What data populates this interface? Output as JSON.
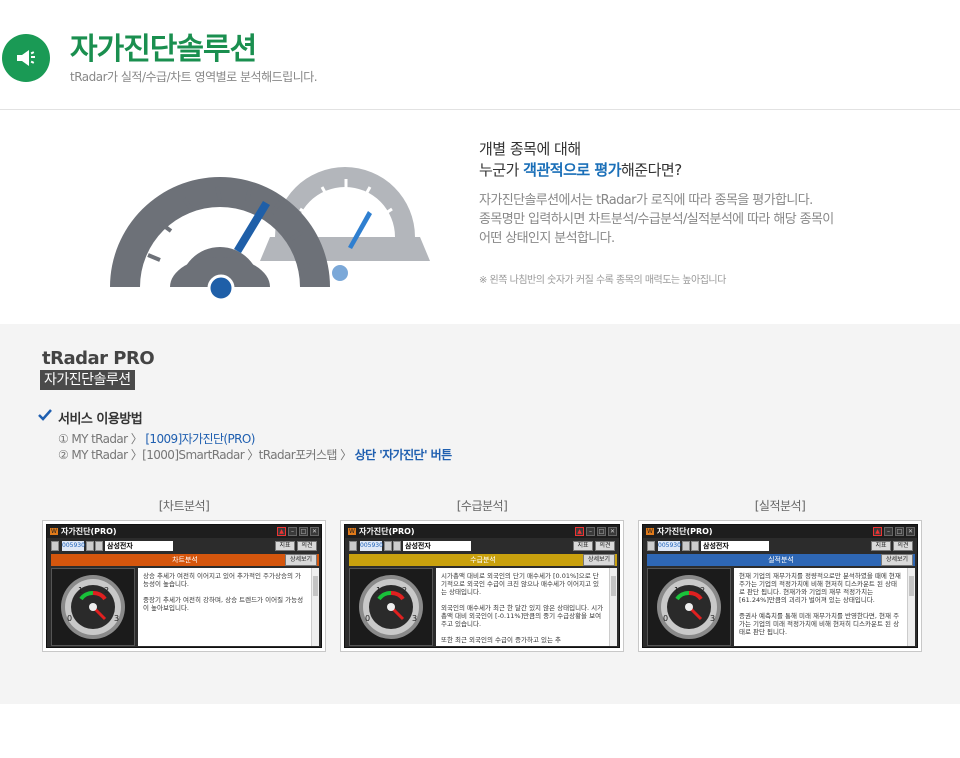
{
  "header": {
    "title": "자가진단솔루션",
    "subtitle": "tRadar가 실적/수급/차트 영역별로 분석해드립니다."
  },
  "hero": {
    "heading_line1": "개별 종목에 대해",
    "heading_line2_pre": "누군가 ",
    "heading_line2_em": "객관적으로 평가",
    "heading_line2_post": "해준다면?",
    "desc_line1": "자가진단솔루션에서는 tRadar가 로직에 따라 종목을 평가합니다.",
    "desc_line2": "종목명만 입력하시면 차트분석/수급분석/실적분석에 따라 해당 종목이",
    "desc_line3": "어떤 상태인지 분석합니다.",
    "note": "※ 왼쪽 나침반의 숫자가 커질 수록 종목의 매력도는 높아집니다"
  },
  "product": {
    "name": "tRadar PRO",
    "tag": "자가진단솔루션",
    "usage_title": "서비스 이용방법",
    "step1_pre": "① MY tRadar 〉",
    "step1_hl": "[1009]자가진단(PRO)",
    "step2_pre": "② MY tRadar 〉[1000]SmartRadar 〉tRadar포커스탭 〉",
    "step2_hl": "상단 '자가진단' 버튼"
  },
  "screens": [
    {
      "label": "[차트분석]",
      "window_title": "자가진단(PRO)",
      "code": "005930",
      "stock_name": "삼성전자",
      "btn1": "지표",
      "btn2": "의견",
      "tab": "차트분석",
      "detail_btn": "상세보기",
      "bar_color": "#d5560d",
      "text": "상승 추세가 여전히 이어지고 있어 추가적인 주가상승의 가능성이 높습니다.\n\n중장기 추세가 여전히 강하며, 상승 트렌드가 이어질 가능성이 높아보입니다."
    },
    {
      "label": "[수급분석]",
      "window_title": "자가진단(PRO)",
      "code": "005930",
      "stock_name": "삼성전자",
      "btn1": "지표",
      "btn2": "의견",
      "tab": "수급분석",
      "detail_btn": "상세보기",
      "bar_color": "#c9a10e",
      "text": "시가총액 대비로 외국인의 단기 매수세가 [0.01%]으로 단기적으로 외국인 수급이 크진 않으나 매수세가 이어지고 있는 상태입니다.\n\n외국인의 매수세가 최근 한 달간 있지 않은 상태입니다. 시가총액 대비 외국인이 [-0.11%]만큼의 중기 수급상황을 보여주고 있습니다.\n\n또한 최근 외국인의 수급이 증가하고 있는 추"
    },
    {
      "label": "[실적분석]",
      "window_title": "자가진단(PRO)",
      "code": "005930",
      "stock_name": "삼성전자",
      "btn1": "지표",
      "btn2": "의견",
      "tab": "실적분석",
      "detail_btn": "상세보기",
      "bar_color": "#2e67b5",
      "text": "현재 기업의 재무가치를 정량적으로만 분석하였을 때에 현재 주가는 기업의 적정가치에 비해 현저히 디스카운트 된 상태로 판단 됩니다. 현재가와 기업의 재무 적정가치는 [61.24%]만큼의 괴리가 벌어져 있는 상태입니다.\n\n증권사 예측치를 통해 미래 재무가치를 반영한다면, 현재 주가는 기업의 미래 적정가치에 비해 현저히 디스카운트 된 상태로 판단 됩니다."
    }
  ],
  "dial_numbers": [
    "1",
    "2",
    "0",
    "3"
  ],
  "colors": {
    "brand_green": "#1a9a55",
    "accent_blue": "#1a6fb8",
    "gauge_gray": "#6d7178",
    "gauge_light": "#b3b6bb",
    "needle_blue": "#1f5fa8"
  }
}
